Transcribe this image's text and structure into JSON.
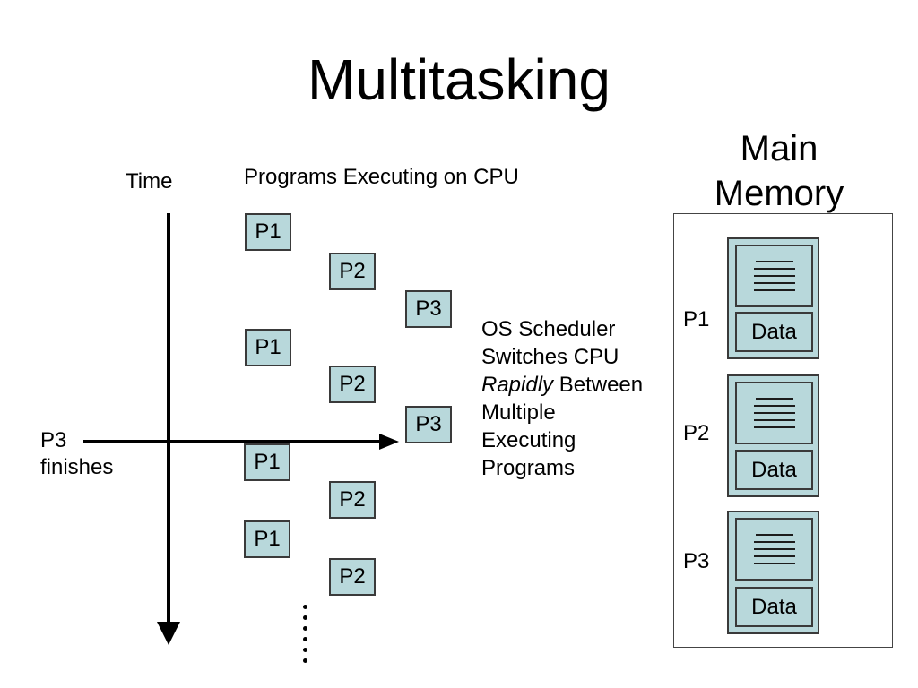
{
  "title": "Multitasking",
  "timeline": {
    "time_label": "Time",
    "cpu_heading": "Programs Executing on CPU",
    "p3_finishes_label": "P3\nfinishes"
  },
  "cpu_schedule": {
    "boxes": [
      "P1",
      "P2",
      "P3",
      "P1",
      "P2",
      "P3",
      "P1",
      "P2",
      "P1",
      "P2"
    ]
  },
  "note": {
    "line1": "OS Scheduler",
    "line2": "Switches CPU",
    "line3_italic": "Rapidly",
    "line3_rest": " Between",
    "line4": "Multiple",
    "line5": "Executing",
    "line6": "Programs"
  },
  "memory": {
    "title": "Main\nMemory",
    "units": [
      {
        "label": "P1",
        "data_label": "Data"
      },
      {
        "label": "P2",
        "data_label": "Data"
      },
      {
        "label": "P3",
        "data_label": "Data"
      }
    ]
  },
  "icons": {
    "program_content": "horizontal-text-lines",
    "continuation": "vertical-dots",
    "time_axis": "down-arrow",
    "p3_finish_marker": "right-arrow"
  },
  "colors": {
    "box_fill": "#b8d8db",
    "box_border": "#3a3a3a",
    "arrow": "#000000",
    "text": "#000000",
    "background": "#ffffff"
  }
}
